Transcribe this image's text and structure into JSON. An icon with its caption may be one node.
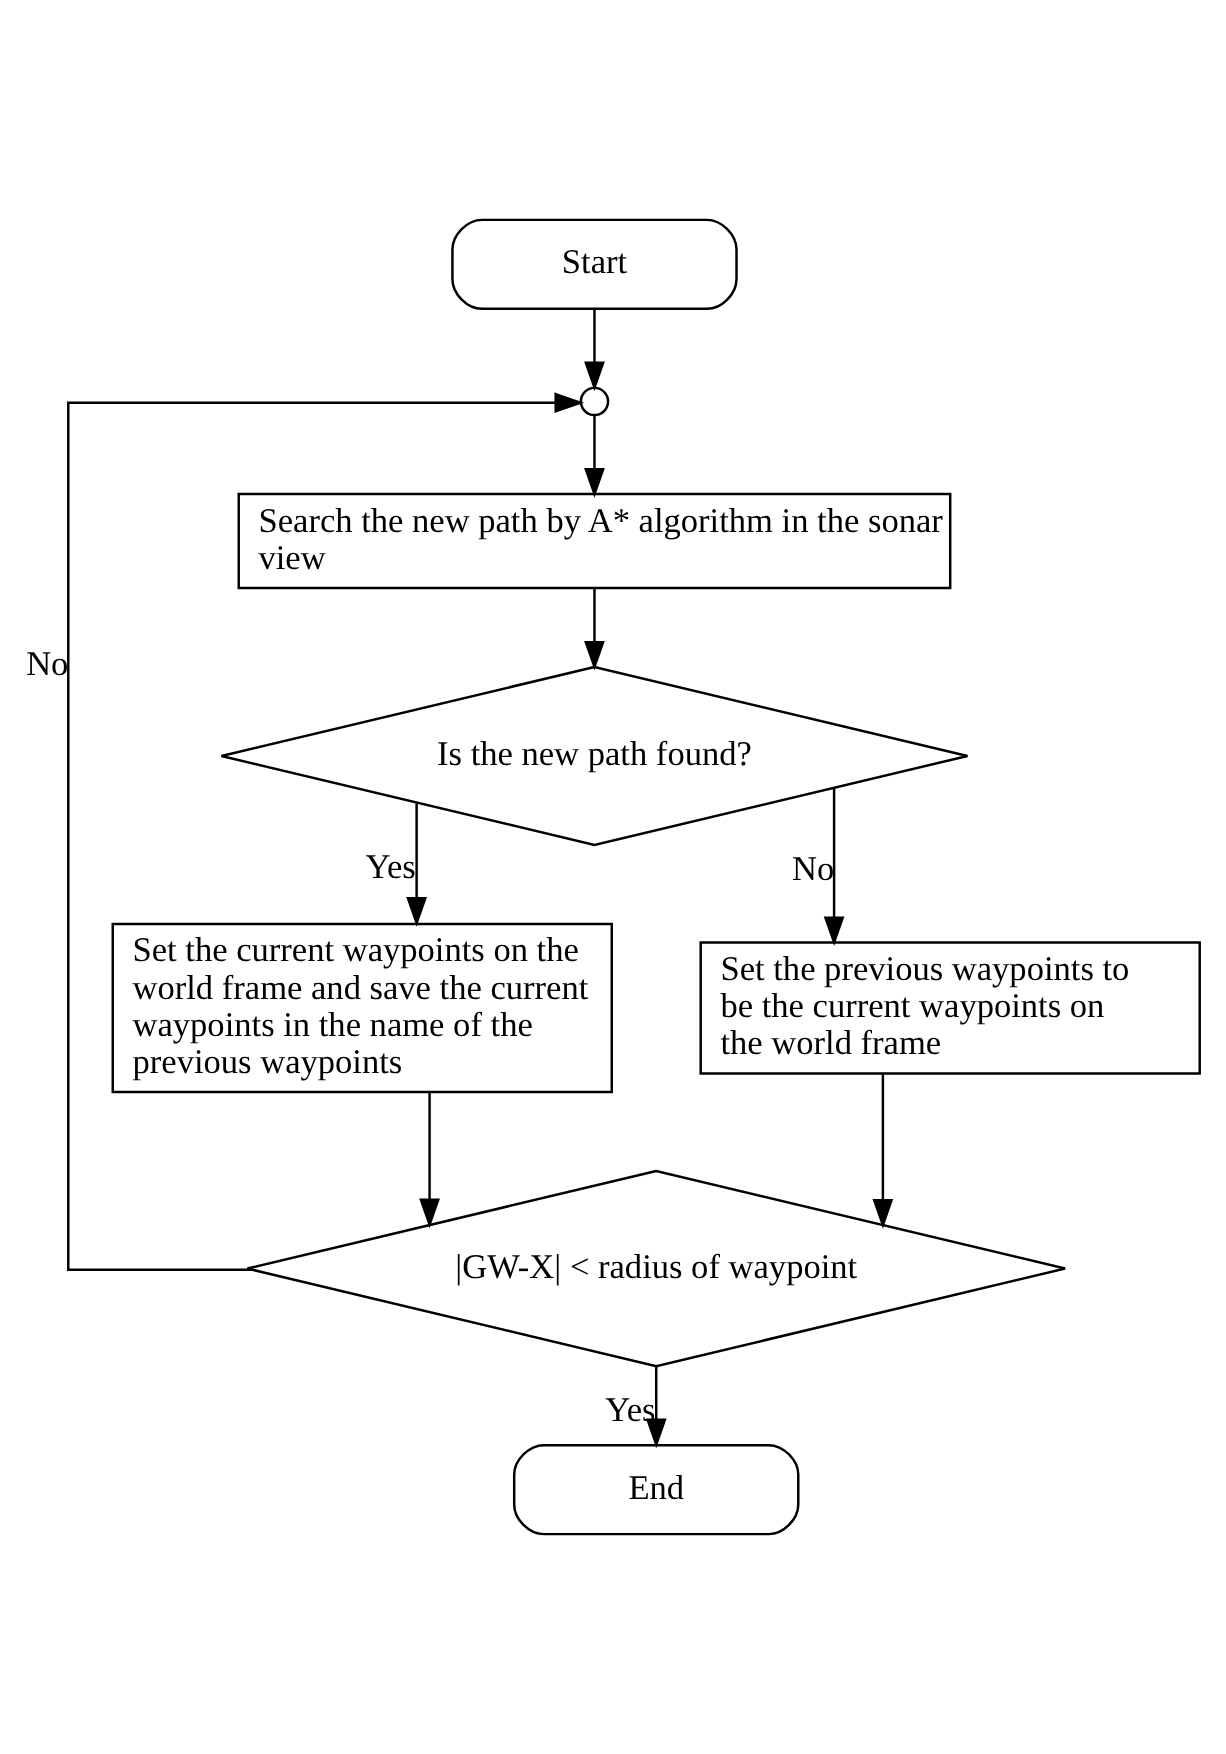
{
  "diagram": {
    "nodes": [
      {
        "text": [
          "Start"
        ]
      },
      {
        "text": [],
        "shape": "circle"
      },
      {
        "text": [
          "Search the new path by A* algorithm in the sonar view"
        ]
      },
      {
        "text": [
          "Is the new path found?"
        ]
      },
      {
        "text": [
          "Set the current waypoints on the world frame and save the current waypoints in the name of the previous waypoints"
        ]
      },
      {
        "text": [
          "Set the previous waypoints to be the current waypoints on the world frame"
        ]
      },
      {
        "text": [
          "|GW-X| < radius of waypoint"
        ]
      },
      {
        "text": [
          "End"
        ]
      }
    ],
    "edges": [
      {
        "from": 0,
        "to": 1,
        "arrow": "to"
      },
      {
        "from": 1,
        "to": 2,
        "arrow": "to"
      },
      {
        "from": 2,
        "to": 3,
        "arrow": "to"
      },
      {
        "from": 3,
        "to": 4,
        "arrow": "to",
        "label": "Yes"
      },
      {
        "from": 3,
        "to": 5,
        "arrow": "to",
        "label": "No"
      },
      {
        "from": 4,
        "to": 6,
        "arrow": "to"
      },
      {
        "from": 5,
        "to": 6,
        "arrow": "to"
      },
      {
        "from": 6,
        "to": 1,
        "arrow": "to",
        "label": "No"
      },
      {
        "from": 6,
        "to": 7,
        "arrow": "to",
        "label": "Yes"
      }
    ]
  }
}
